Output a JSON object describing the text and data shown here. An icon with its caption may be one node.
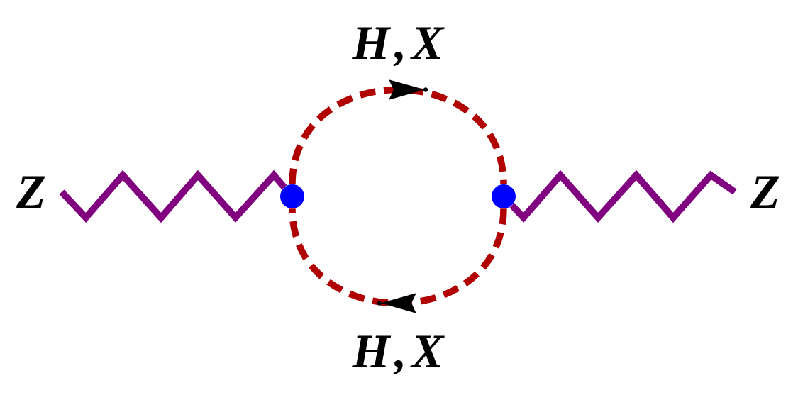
{
  "diagram": {
    "nodes": [
      {
        "text": [
          "Z"
        ]
      },
      {
        "text": [],
        "shape": "circle"
      },
      {
        "text": [],
        "shape": "circle"
      },
      {
        "text": [
          "Z"
        ]
      }
    ],
    "edges": [
      {
        "from": 0,
        "to": 1,
        "arrow": "none",
        "color": "#800080"
      },
      {
        "from": 1,
        "to": 2,
        "arrow": "to",
        "label": "H,X",
        "style": "dashed",
        "color": "#b00000"
      },
      {
        "from": 2,
        "to": 1,
        "arrow": "to",
        "label": "H,X",
        "style": "dashed",
        "color": "#b00000"
      },
      {
        "from": 2,
        "to": 3,
        "arrow": "none",
        "color": "#800080"
      }
    ]
  }
}
